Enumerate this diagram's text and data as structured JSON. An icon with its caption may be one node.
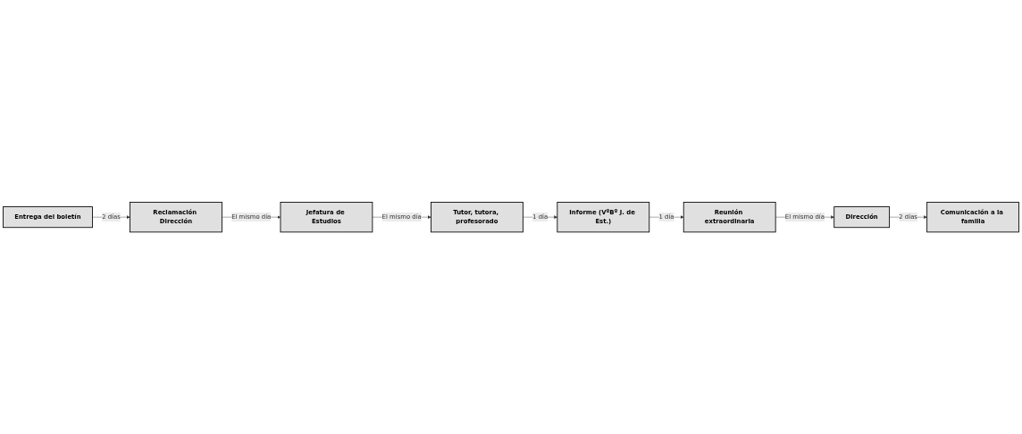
{
  "diagram": {
    "nodes": [
      {
        "text": [
          "Entrega del boletín"
        ]
      },
      {
        "text": [
          "Reclamación Dirección"
        ]
      },
      {
        "text": [
          "Jefatura de Estudios"
        ]
      },
      {
        "text": [
          "Tutor, tutora, profesorado"
        ]
      },
      {
        "text": [
          "Informe (VºBº J. de Est.)"
        ]
      },
      {
        "text": [
          "Reunión extraordinaria"
        ]
      },
      {
        "text": [
          "Dirección"
        ]
      },
      {
        "text": [
          "Comunicación a la familia"
        ]
      }
    ],
    "edges": [
      {
        "from": 0,
        "to": 1,
        "arrow": "to",
        "label": "2 días"
      },
      {
        "from": 1,
        "to": 2,
        "arrow": "to",
        "label": "El mismo día"
      },
      {
        "from": 2,
        "to": 3,
        "arrow": "to",
        "label": "El mismo día"
      },
      {
        "from": 3,
        "to": 4,
        "arrow": "to",
        "label": "1 día"
      },
      {
        "from": 4,
        "to": 5,
        "arrow": "to",
        "label": "1 día"
      },
      {
        "from": 5,
        "to": 6,
        "arrow": "to",
        "label": "El mismo día"
      },
      {
        "from": 6,
        "to": 7,
        "arrow": "to",
        "label": "2 días"
      }
    ]
  }
}
